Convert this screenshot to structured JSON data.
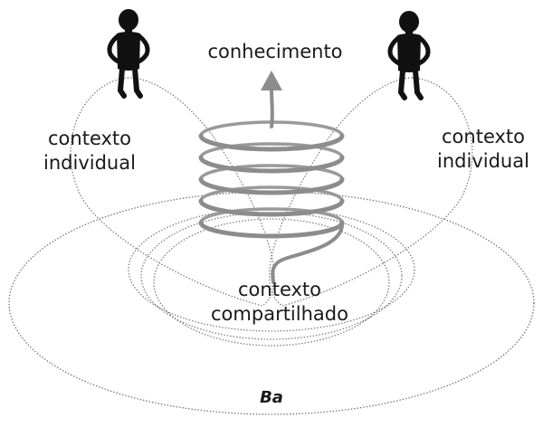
{
  "labels": {
    "knowledge": "conhecimento",
    "individual_context_left": [
      "contexto",
      "individual"
    ],
    "individual_context_right": [
      "contexto",
      "individual"
    ],
    "shared_context": [
      "contexto",
      "compartilhado"
    ],
    "ba": "Ba"
  },
  "colors": {
    "dotted_line": "#6f6f6f",
    "spiral": "#8c8c8c",
    "figure": "#111111",
    "text": "#1a1a1a"
  },
  "icons": [
    "person-figure-icon",
    "arrow-up-icon"
  ]
}
